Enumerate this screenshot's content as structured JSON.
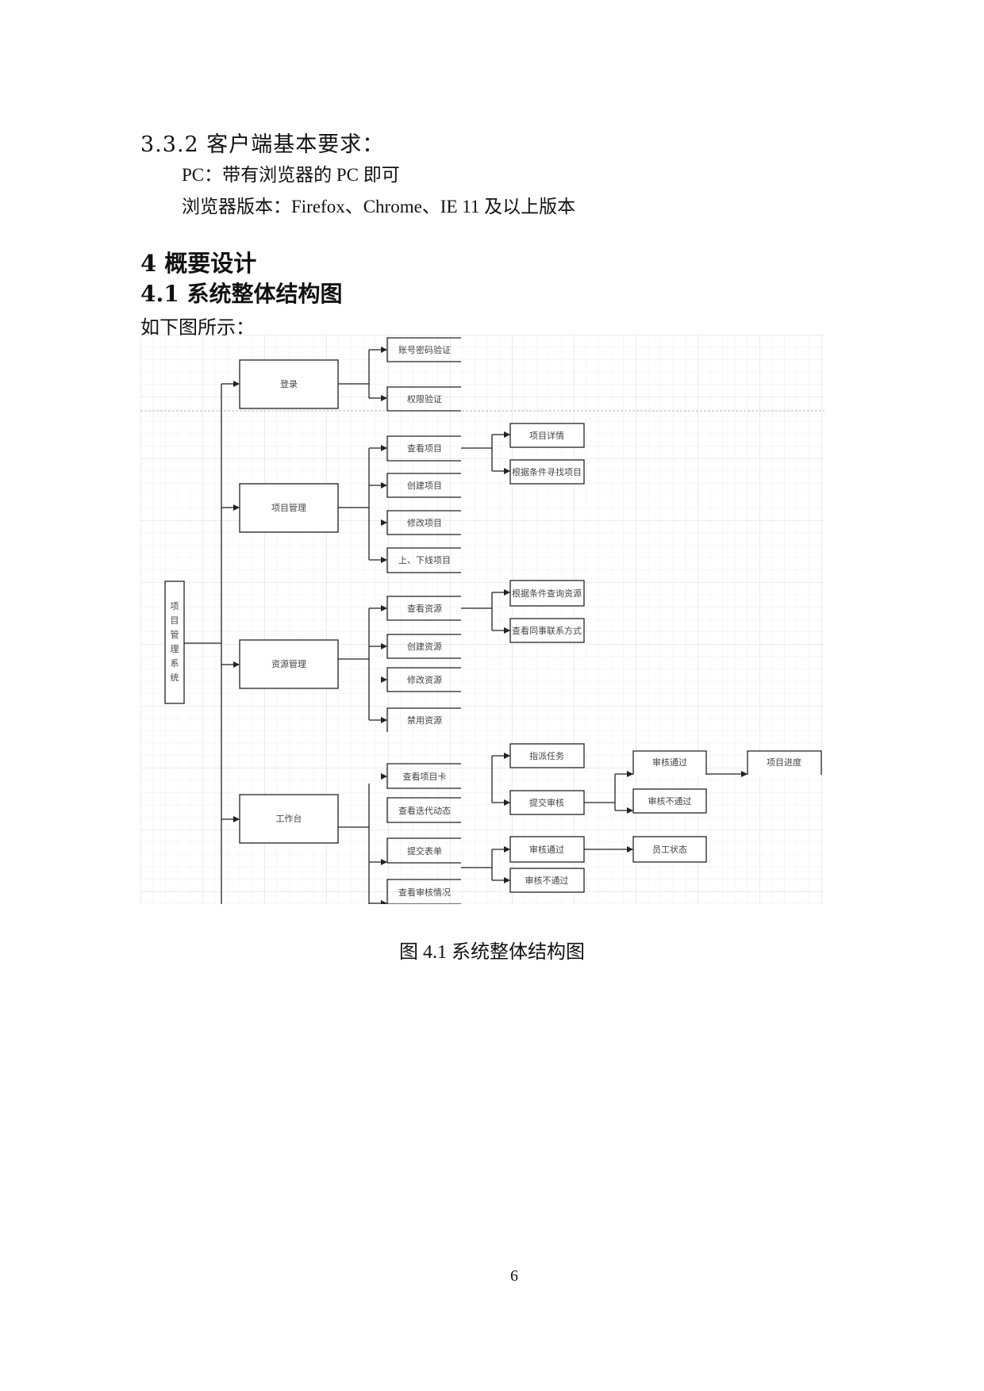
{
  "section": {
    "heading": "3.3.2 客户端基本要求：",
    "lines": [
      "PC：带有浏览器的 PC 即可",
      "浏览器版本：Firefox、Chrome、IE 11 及以上版本"
    ]
  },
  "chapter": {
    "heading": "4 概要设计",
    "subheading": "4.1 系统整体结构图",
    "intro": "如下图所示："
  },
  "diagram": {
    "root": "项目管理系统",
    "modules": [
      {
        "label": "登录",
        "children": [
          {
            "label": "账号密码验证"
          },
          {
            "label": "权限验证"
          }
        ]
      },
      {
        "label": "项目管理",
        "children": [
          {
            "label": "查看项目",
            "children": [
              {
                "label": "项目详情"
              },
              {
                "label": "根据条件寻找项目"
              }
            ]
          },
          {
            "label": "创建项目"
          },
          {
            "label": "修改项目"
          },
          {
            "label": "上、下线项目"
          }
        ]
      },
      {
        "label": "资源管理",
        "children": [
          {
            "label": "查看资源",
            "children": [
              {
                "label": "根据条件查询资源"
              },
              {
                "label": "查看同事联系方式"
              }
            ]
          },
          {
            "label": "创建资源"
          },
          {
            "label": "修改资源"
          },
          {
            "label": "禁用资源"
          }
        ]
      },
      {
        "label": "工作台",
        "children": [
          {
            "label": "查看项目卡",
            "children": [
              {
                "label": "指派任务"
              },
              {
                "label": "提交审核",
                "children": [
                  {
                    "label": "审核通过",
                    "children": [
                      {
                        "label": "项目进度"
                      }
                    ]
                  },
                  {
                    "label": "审核不通过"
                  }
                ]
              }
            ]
          },
          {
            "label": "查看迭代动态"
          },
          {
            "label": "提交表单",
            "children": [
              {
                "label": "审核通过",
                "children": [
                  {
                    "label": "员工状态"
                  }
                ]
              },
              {
                "label": "审核不通过"
              }
            ]
          },
          {
            "label": "查看审核情况"
          }
        ]
      }
    ],
    "root_chars": [
      "项",
      "目",
      "管",
      "理",
      "系",
      "统"
    ]
  },
  "caption": "图 4.1 系统整体结构图",
  "page_number": "6"
}
